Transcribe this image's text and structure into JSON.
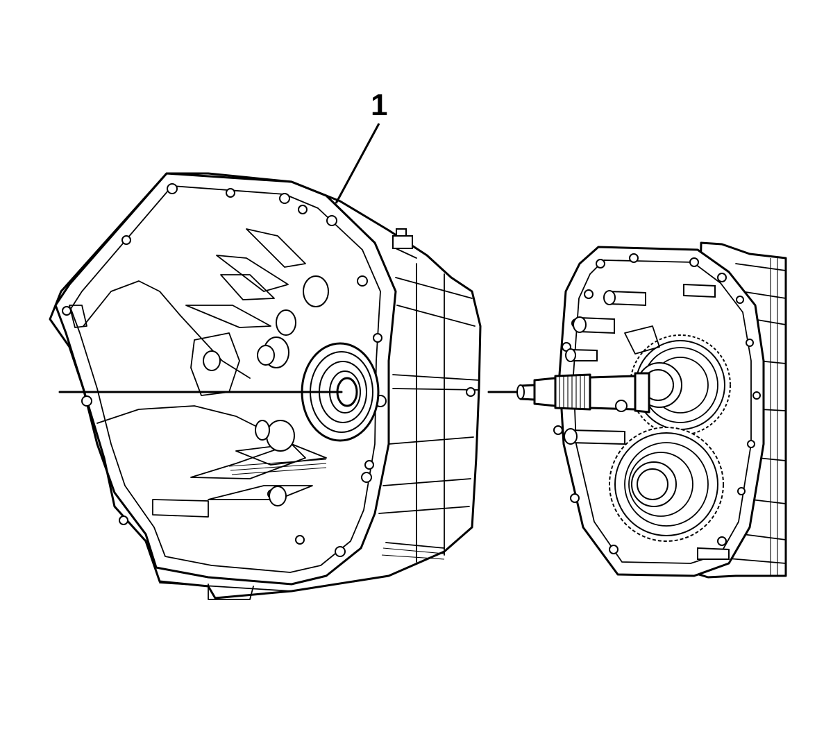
{
  "diagram": {
    "callouts": [
      {
        "label": "1",
        "target": "clutch-housing"
      }
    ],
    "icons": {
      "clutch_housing": "clutch-housing-drawing",
      "transmission_case": "transmission-gear-case-drawing",
      "input_shaft": "input-shaft-drawing",
      "alignment_line": "alignment-axis-line"
    },
    "colors": {
      "ink": "#000000",
      "paper": "#ffffff"
    }
  }
}
